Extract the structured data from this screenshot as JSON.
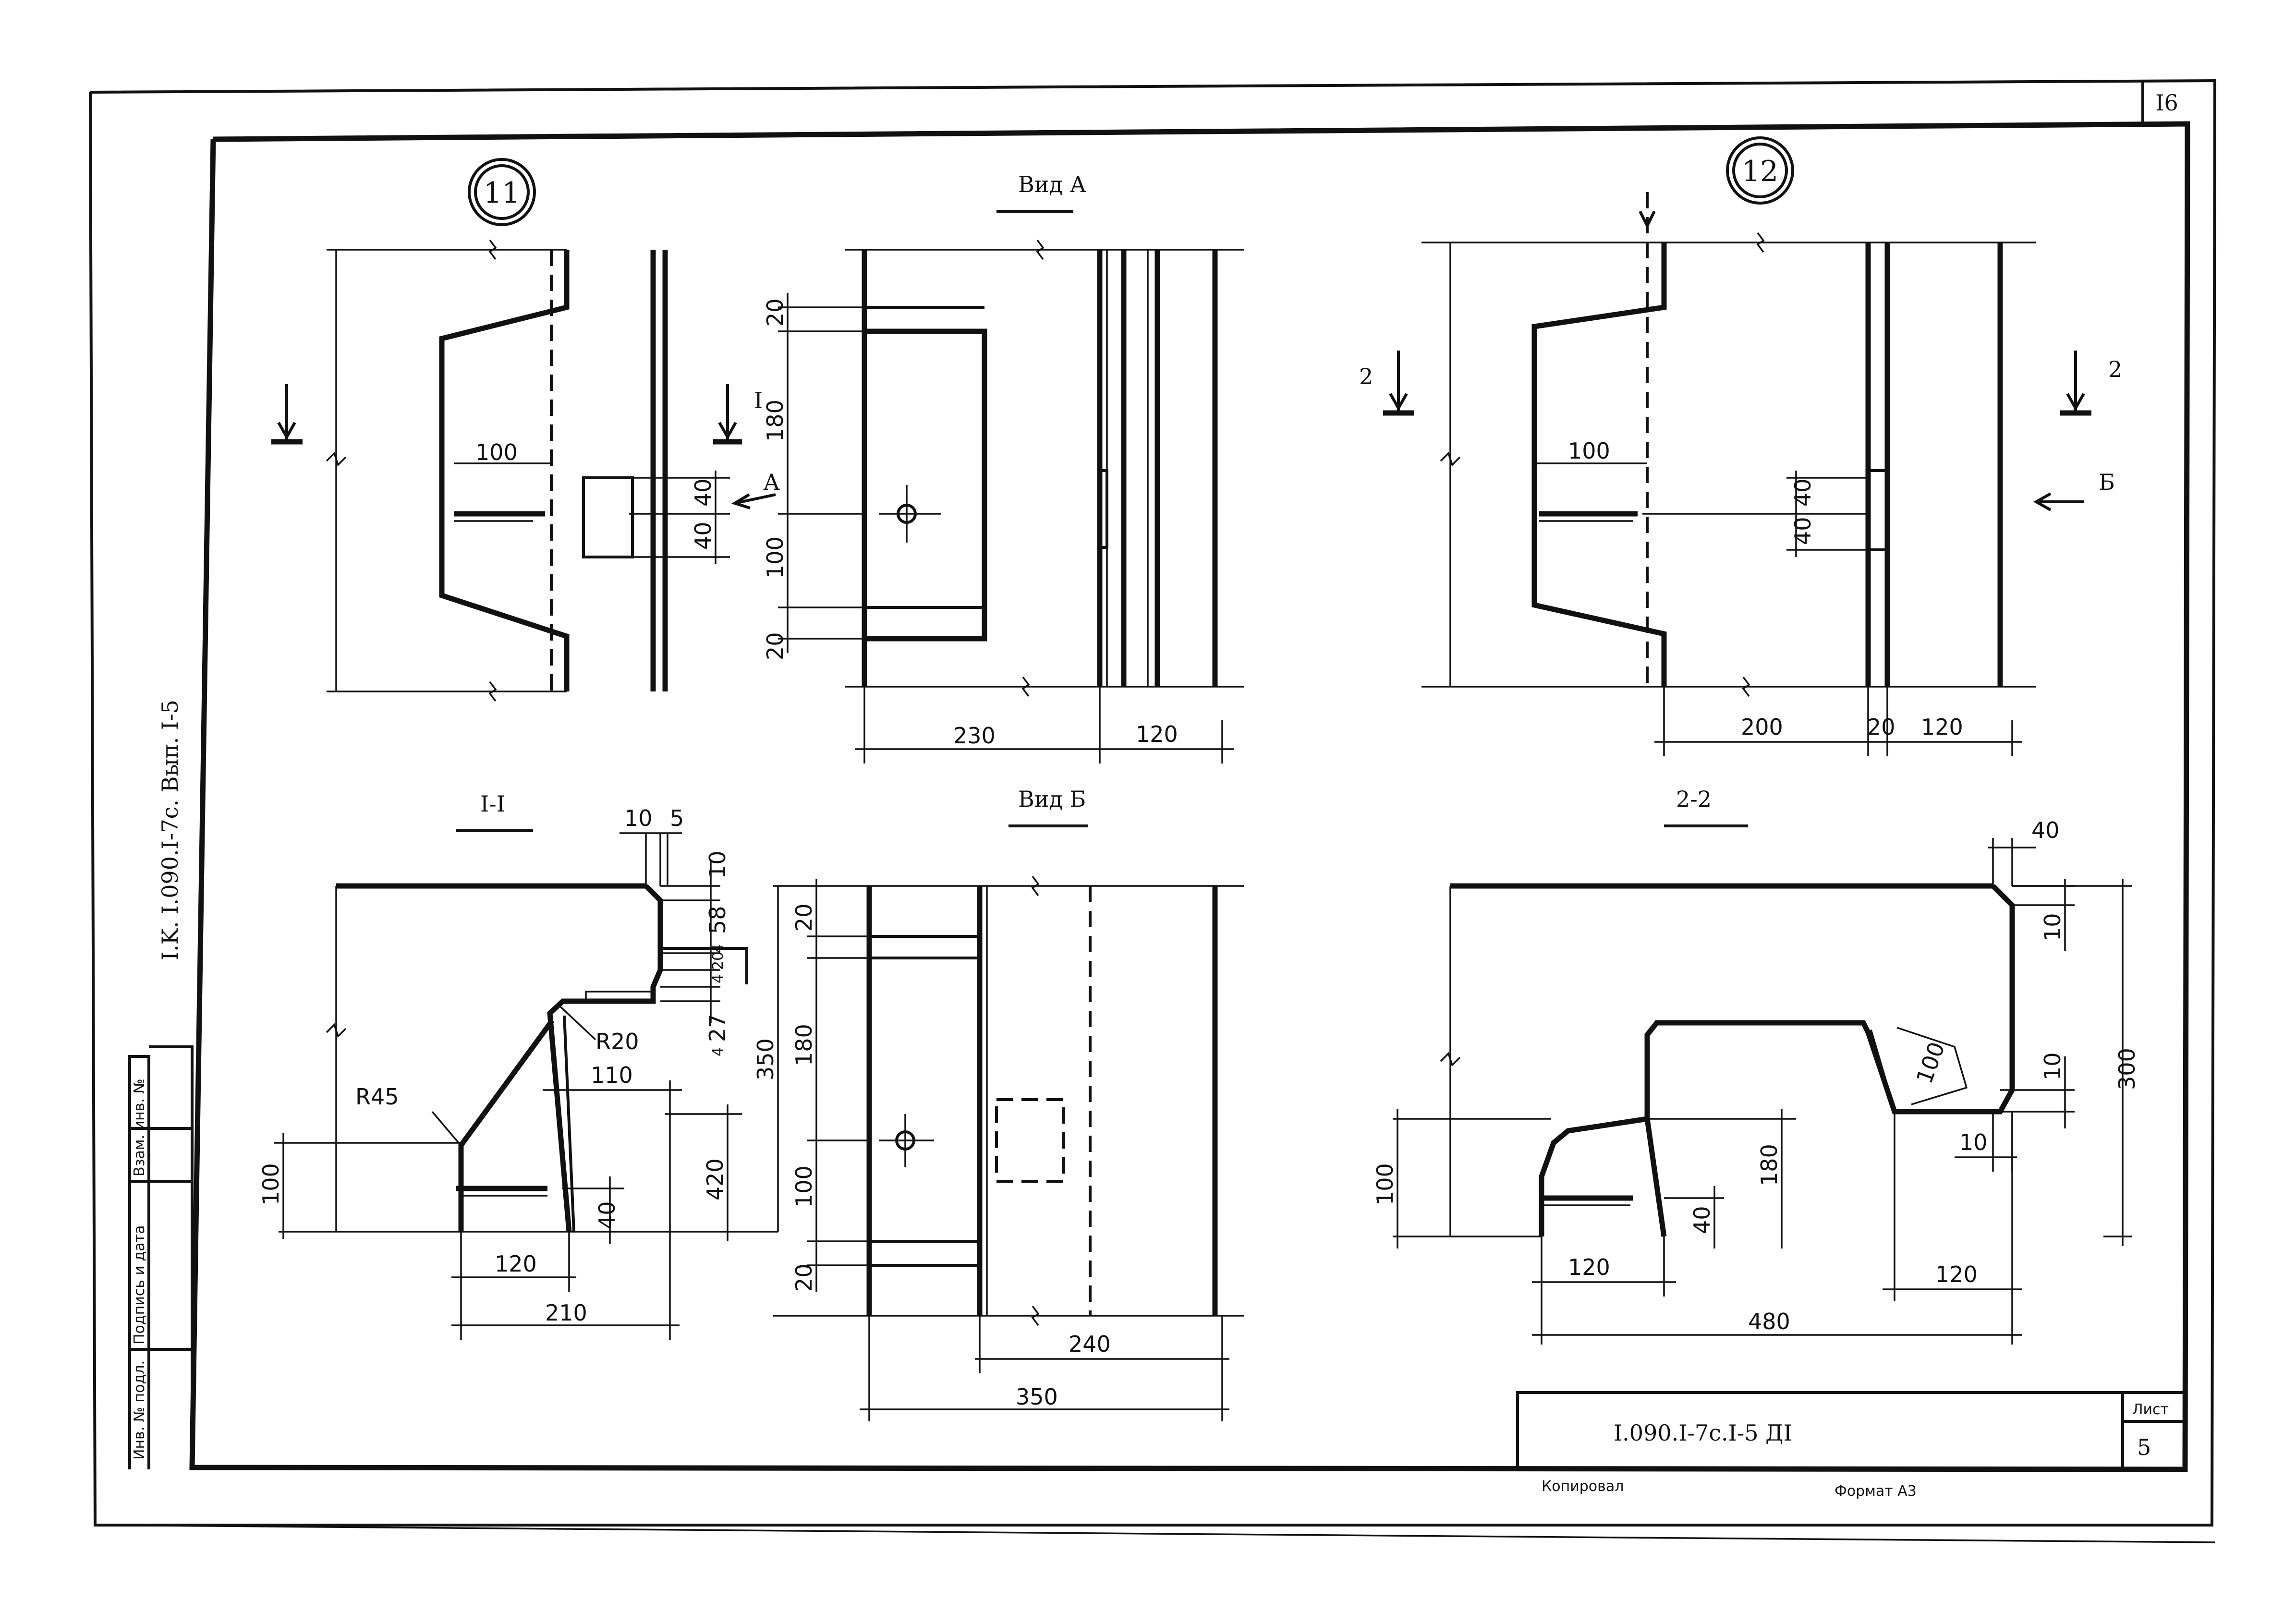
{
  "sheet": {
    "page_number": "I6",
    "series_code_vertical": "I.K. I.090.I-7c. Вып. I-5",
    "stamp_cells": [
      "Инв. № подл.",
      "Подпись и дата",
      "Взам. инв. №"
    ],
    "title_code": "I.090.I-7c.I-5 ДI",
    "list_label": "Лист",
    "list_number": "5",
    "copied_label": "Копировал",
    "format_label": "Формат А3"
  },
  "views": {
    "node11": {
      "marker": "11",
      "dims": {
        "d100": "100",
        "d40a": "40",
        "d40b": "40"
      },
      "section_mark": "I",
      "view_arrow": "A"
    },
    "vidA": {
      "title": "Вид А",
      "dims": {
        "d20t": "20",
        "d180": "180",
        "d100": "100",
        "d20b": "20",
        "d230": "230",
        "d120": "120"
      }
    },
    "node12": {
      "marker": "12",
      "dims": {
        "d100": "100",
        "d40a": "40",
        "d40b": "40",
        "d200": "200",
        "d20": "20",
        "d120": "120"
      },
      "section_mark_left": "2",
      "section_mark_right": "2",
      "view_arrow": "Б"
    },
    "sec11": {
      "title": "I-I",
      "dims": {
        "d10": "10",
        "d5": "5",
        "d10r": "10",
        "d58": "58",
        "d4a": "4",
        "d20": "20",
        "d4b": "4",
        "d27": "27",
        "d4c": "4",
        "d110": "110",
        "d350": "350",
        "d420": "420",
        "d100": "100",
        "d40": "40",
        "d120": "120",
        "d210": "210"
      },
      "callouts": {
        "r20": "R20",
        "r45": "R45"
      }
    },
    "vidB": {
      "title": "Вид Б",
      "dims": {
        "d20t": "20",
        "d180": "180",
        "d100": "100",
        "d20b": "20",
        "d240": "240",
        "d350": "350"
      }
    },
    "sec22": {
      "title": "2-2",
      "dims": {
        "d40": "40",
        "d10a": "10",
        "d300": "300",
        "d100v": "100",
        "d10b": "10",
        "d10c": "10",
        "d100": "100",
        "d180": "180",
        "d40b": "40",
        "d120a": "120",
        "d120b": "120",
        "d480": "480"
      }
    }
  }
}
